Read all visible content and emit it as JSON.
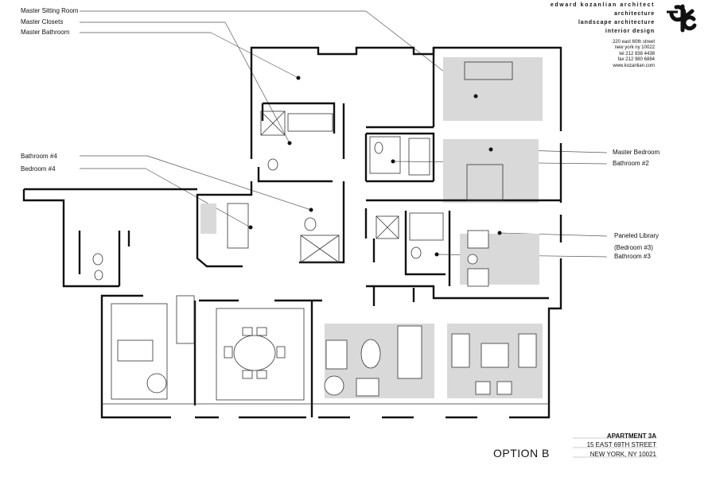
{
  "labels_left": {
    "master_sitting_room": "Master Sitting Room",
    "master_closets": "Master  Closets",
    "master_bathroom": "Master Bathroom",
    "bathroom_4": "Bathroom  #4",
    "bedroom_4": "Bedroom  #4"
  },
  "labels_right": {
    "master_bedroom": "Master Bedroom",
    "bathroom_2": "Bathroom  #2",
    "paneled_library": "Paneled Library",
    "bedroom_3": "(Bedroom  #3)",
    "bathroom_3": "Bathroom  #3"
  },
  "firm": {
    "name": "edward kozanlian architect",
    "services": [
      "architecture",
      "landscape architecture",
      "interior design"
    ],
    "address": [
      "220 east 60th street",
      "new york ny 10022",
      "tel 212 838 4438",
      "fax 212 980 6884",
      "www.kozanlian.com"
    ],
    "logo_icon": "eka-monogram-logo"
  },
  "title_block": {
    "option": "OPTION B",
    "apartment": "APARTMENT 3A",
    "street": "15 EAST 69TH STREET",
    "city": "NEW YORK, NY 10021"
  },
  "colors": {
    "wall": "#111111",
    "furniture_fill": "#d9d9d9",
    "line": "#555555"
  }
}
